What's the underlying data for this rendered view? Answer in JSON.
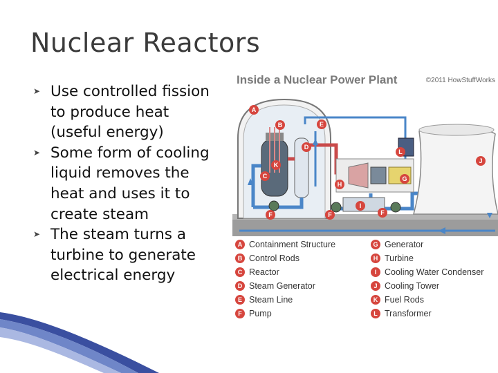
{
  "slide": {
    "title": "Nuclear Reactors",
    "bullets": [
      "Use controlled fission to produce heat (useful energy)",
      "Some form of cooling liquid removes the heat and uses it to create steam",
      "The steam turns a turbine to generate electrical energy"
    ],
    "bullet_icon": "arrow-bullet-icon"
  },
  "figure": {
    "heading": "Inside a Nuclear Power Plant",
    "copyright": "©2011 HowStuffWorks",
    "legend_left": [
      {
        "letter": "A",
        "label": "Containment Structure"
      },
      {
        "letter": "B",
        "label": "Control Rods"
      },
      {
        "letter": "C",
        "label": "Reactor"
      },
      {
        "letter": "D",
        "label": "Steam Generator"
      },
      {
        "letter": "E",
        "label": "Steam Line"
      },
      {
        "letter": "F",
        "label": "Pump"
      }
    ],
    "legend_right": [
      {
        "letter": "G",
        "label": "Generator"
      },
      {
        "letter": "H",
        "label": "Turbine"
      },
      {
        "letter": "I",
        "label": "Cooling Water Condenser"
      },
      {
        "letter": "J",
        "label": "Cooling Tower"
      },
      {
        "letter": "K",
        "label": "Fuel Rods"
      },
      {
        "letter": "L",
        "label": "Transformer"
      }
    ],
    "pins": {
      "a": "A",
      "b": "B",
      "c": "C",
      "d": "D",
      "e": "E",
      "f1": "F",
      "f2": "F",
      "f3": "F",
      "g": "G",
      "h": "H",
      "i": "I",
      "j": "J",
      "k": "K",
      "l": "L"
    },
    "colors": {
      "badge": "#d6463e",
      "water": "#4a86c8",
      "steam": "#c94a4a"
    }
  }
}
